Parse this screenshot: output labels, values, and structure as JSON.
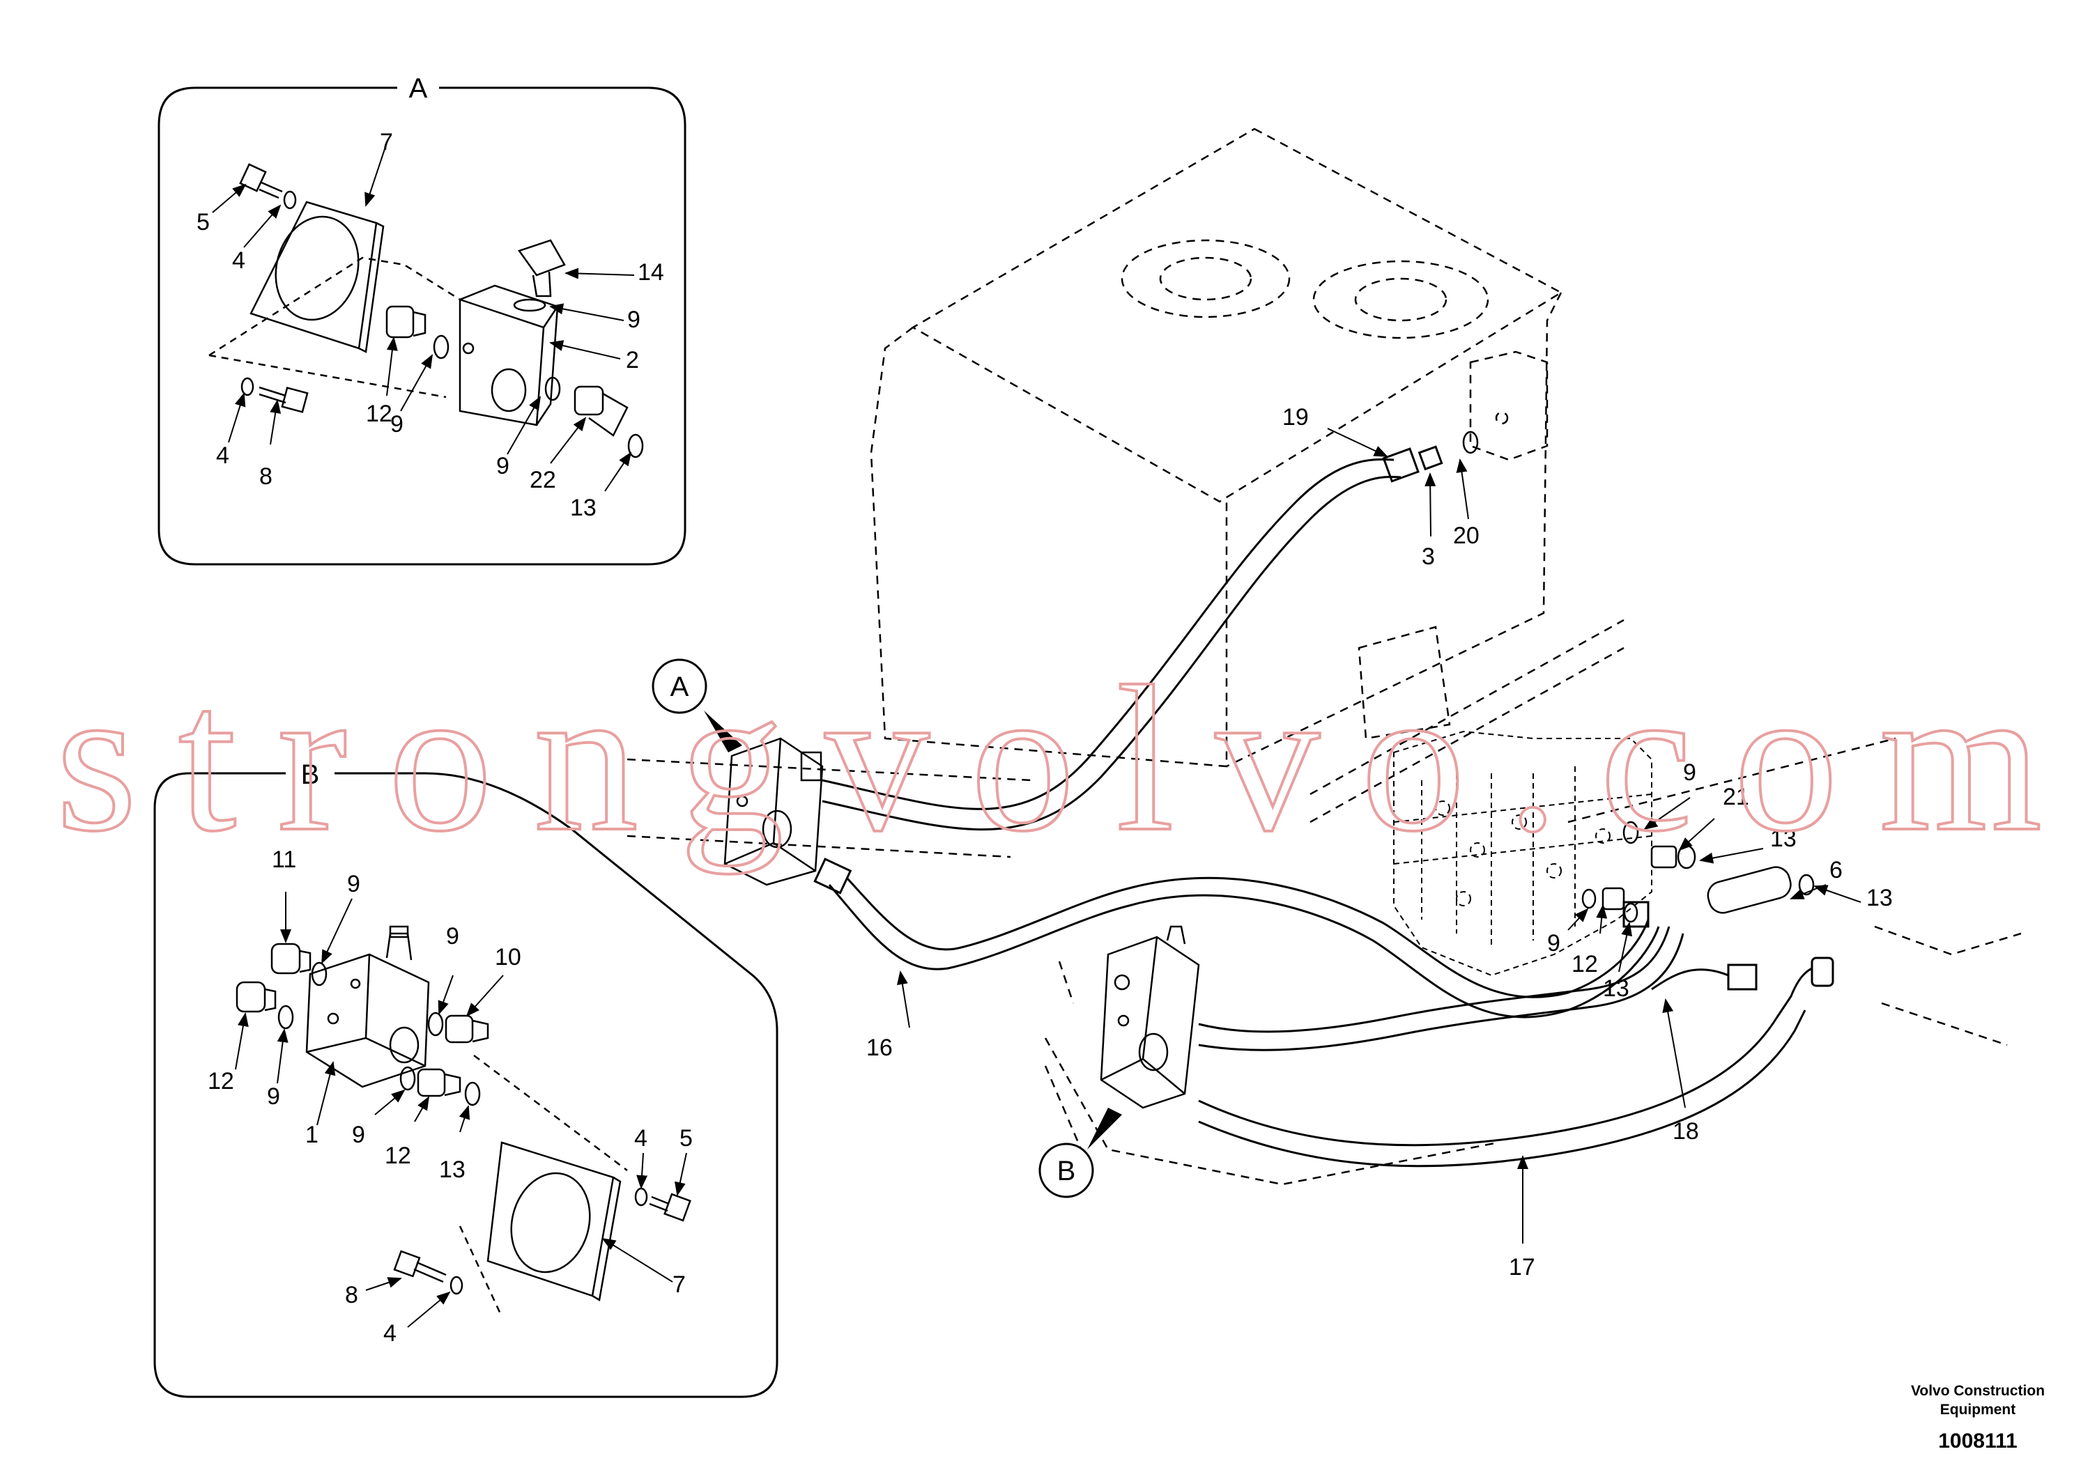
{
  "watermark": "strongvolvo.com",
  "credits": {
    "line1": "Volvo Construction",
    "line2": "Equipment",
    "number": "1008111"
  },
  "detail_a": {
    "title": "A"
  },
  "detail_b": {
    "title": "B"
  },
  "callout_a": "A",
  "callout_b": "B",
  "parts": [
    {
      "id": "p1",
      "text": "5"
    },
    {
      "id": "p2",
      "text": "7"
    },
    {
      "id": "p3",
      "text": "4"
    },
    {
      "id": "p4",
      "text": "14"
    },
    {
      "id": "p5",
      "text": "9"
    },
    {
      "id": "p6",
      "text": "2"
    },
    {
      "id": "p7",
      "text": "12"
    },
    {
      "id": "p8",
      "text": "9"
    },
    {
      "id": "p9",
      "text": "4"
    },
    {
      "id": "p10",
      "text": "8"
    },
    {
      "id": "p11",
      "text": "9"
    },
    {
      "id": "p12",
      "text": "22"
    },
    {
      "id": "p13",
      "text": "13"
    },
    {
      "id": "p14",
      "text": "11"
    },
    {
      "id": "p15",
      "text": "9"
    },
    {
      "id": "p16",
      "text": "9"
    },
    {
      "id": "p17",
      "text": "10"
    },
    {
      "id": "p18",
      "text": "12"
    },
    {
      "id": "p19",
      "text": "9"
    },
    {
      "id": "p20",
      "text": "1"
    },
    {
      "id": "p21",
      "text": "9"
    },
    {
      "id": "p22",
      "text": "12"
    },
    {
      "id": "p23",
      "text": "13"
    },
    {
      "id": "p24",
      "text": "4"
    },
    {
      "id": "p25",
      "text": "5"
    },
    {
      "id": "p26",
      "text": "7"
    },
    {
      "id": "p27",
      "text": "8"
    },
    {
      "id": "p28",
      "text": "4"
    },
    {
      "id": "p29",
      "text": "19"
    },
    {
      "id": "p30",
      "text": "3"
    },
    {
      "id": "p31",
      "text": "20"
    },
    {
      "id": "p32",
      "text": "16"
    },
    {
      "id": "p33",
      "text": "9"
    },
    {
      "id": "p34",
      "text": "21"
    },
    {
      "id": "p35",
      "text": "13"
    },
    {
      "id": "p36",
      "text": "6"
    },
    {
      "id": "p37",
      "text": "13"
    },
    {
      "id": "p38",
      "text": "9"
    },
    {
      "id": "p39",
      "text": "12"
    },
    {
      "id": "p40",
      "text": "13"
    },
    {
      "id": "p41",
      "text": "18"
    },
    {
      "id": "p42",
      "text": "17"
    }
  ]
}
